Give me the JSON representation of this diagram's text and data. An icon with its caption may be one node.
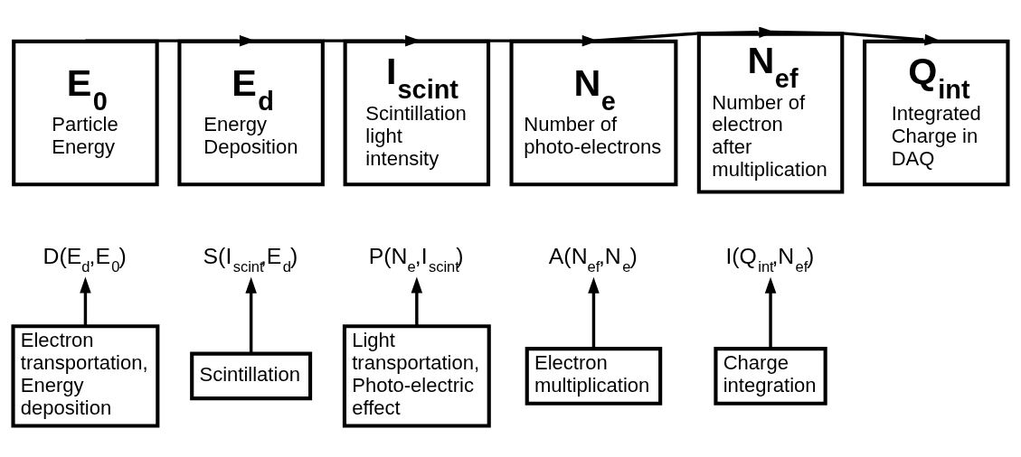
{
  "diagram": {
    "nodes": [
      {
        "text": [
          "E$_{0}$",
          "Particle Energy"
        ]
      },
      {
        "text": [
          "E$_{d}$",
          "Energy Deposition"
        ]
      },
      {
        "text": [
          "I$_{scint}$",
          "Scintillation light intensity"
        ]
      },
      {
        "text": [
          "N$_{e}$",
          "Number of photo-electrons"
        ]
      },
      {
        "text": [
          "N$_{ef}$",
          "Number of electron after multiplication"
        ]
      },
      {
        "text": [
          "Q$_{int}$",
          "Integrated Charge in DAQ"
        ]
      },
      {
        "text": [
          "D(E$_{d}$,E$_{0}$)"
        ]
      },
      {
        "text": [
          "S(I$_{scint}$,E$_{d}$)"
        ]
      },
      {
        "text": [
          "P(N$_{e}$,I$_{scint}$)"
        ]
      },
      {
        "text": [
          "A(N$_{ef}$,N$_{e}$)"
        ]
      },
      {
        "text": [
          "I(Q$_{int}$,N$_{ef}$)"
        ]
      },
      {
        "text": [
          "Electron transportation, Energy deposition"
        ]
      },
      {
        "text": [
          "Scintillation"
        ]
      },
      {
        "text": [
          "Light transportation, Photo-electric effect"
        ]
      },
      {
        "text": [
          "Electron multiplication"
        ]
      },
      {
        "text": [
          "Charge integration"
        ]
      }
    ],
    "edges": [
      {
        "from": 0,
        "to": 1,
        "arrow": "to"
      },
      {
        "from": 1,
        "to": 2,
        "arrow": "to"
      },
      {
        "from": 2,
        "to": 3,
        "arrow": "to"
      },
      {
        "from": 3,
        "to": 4,
        "arrow": "to"
      },
      {
        "from": 4,
        "to": 5,
        "arrow": "to"
      },
      {
        "from": 11,
        "to": 6,
        "arrow": "to"
      },
      {
        "from": 12,
        "to": 7,
        "arrow": "to"
      },
      {
        "from": 13,
        "to": 8,
        "arrow": "to"
      },
      {
        "from": 14,
        "to": 9,
        "arrow": "to"
      },
      {
        "from": 15,
        "to": 10,
        "arrow": "to"
      }
    ]
  }
}
